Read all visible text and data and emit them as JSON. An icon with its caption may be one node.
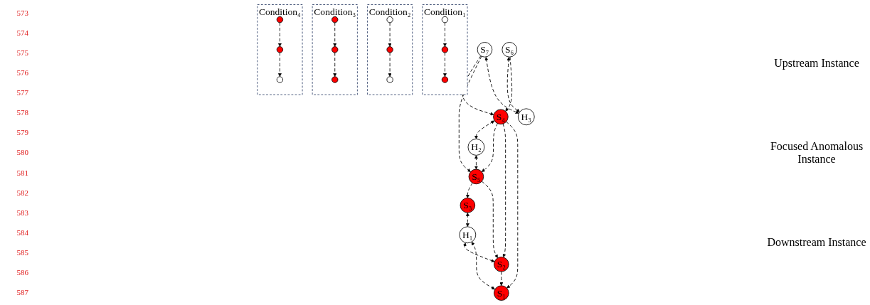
{
  "diagram": {
    "nodes": [
      {
        "text": [
          "S₇"
        ]
      },
      {
        "text": [
          "S₆"
        ]
      },
      {
        "text": [
          "H₃"
        ]
      },
      {
        "text": [
          "S₄"
        ]
      },
      {
        "text": [
          "H₂"
        ]
      },
      {
        "text": [
          "S₅"
        ]
      },
      {
        "text": [
          "S₃"
        ]
      },
      {
        "text": [
          "S₂"
        ]
      },
      {
        "text": [
          "S₁"
        ]
      },
      {
        "text": [
          "H₁"
        ]
      },
      {
        "text": [
          "Condition₁"
        ]
      },
      {
        "text": [],
        "shape": "circle",
        "in": 10
      },
      {
        "text": [],
        "shape": "circle",
        "in": 10
      },
      {
        "text": [],
        "shape": "circle",
        "in": 10
      },
      {
        "text": [
          "Condition₂"
        ]
      },
      {
        "text": [],
        "shape": "circle",
        "in": 14
      },
      {
        "text": [],
        "shape": "circle",
        "in": 14
      },
      {
        "text": [],
        "shape": "circle",
        "in": 14
      },
      {
        "text": [
          "Condition₃"
        ]
      },
      {
        "text": [],
        "shape": "circle",
        "in": 18
      },
      {
        "text": [],
        "shape": "circle",
        "in": 18
      },
      {
        "text": [],
        "shape": "circle",
        "in": 18
      },
      {
        "text": [
          "Condition₄"
        ]
      },
      {
        "text": [],
        "shape": "circle",
        "in": 22
      },
      {
        "text": [],
        "shape": "circle",
        "in": 22
      },
      {
        "text": [],
        "shape": "circle",
        "in": 22
      }
    ],
    "edges": [
      {
        "from": 0,
        "to": 3,
        "arrow": "to",
        "style": "dashed"
      },
      {
        "from": 0,
        "to": 5,
        "arrow": "to",
        "style": "dashed"
      },
      {
        "from": 0,
        "to": 2,
        "arrow": "both",
        "style": "dashed"
      },
      {
        "from": 1,
        "to": 2,
        "arrow": "both",
        "style": "dashed"
      },
      {
        "from": 1,
        "to": 3,
        "arrow": "to",
        "style": "dashed"
      },
      {
        "from": 3,
        "to": 4,
        "arrow": "both",
        "style": "dashed"
      },
      {
        "from": 4,
        "to": 5,
        "arrow": "both",
        "style": "dashed"
      },
      {
        "from": 3,
        "to": 5,
        "arrow": "to",
        "style": "dashed"
      },
      {
        "from": 3,
        "to": 7,
        "arrow": "to",
        "style": "dashed"
      },
      {
        "from": 3,
        "to": 8,
        "arrow": "to",
        "style": "dashed"
      },
      {
        "from": 5,
        "to": 6,
        "arrow": "to",
        "style": "dashed"
      },
      {
        "from": 5,
        "to": 7,
        "arrow": "to",
        "style": "dashed"
      },
      {
        "from": 6,
        "to": 9,
        "arrow": "both",
        "style": "dashed"
      },
      {
        "from": 9,
        "to": 7,
        "arrow": "both",
        "style": "dashed"
      },
      {
        "from": 7,
        "to": 8,
        "arrow": "to",
        "style": "dashed"
      },
      {
        "from": 8,
        "to": 9,
        "arrow": "both",
        "style": "dashed"
      },
      {
        "from": 11,
        "to": 12,
        "arrow": "to",
        "style": "dashed"
      },
      {
        "from": 12,
        "to": 13,
        "arrow": "to",
        "style": "dashed"
      },
      {
        "from": 15,
        "to": 16,
        "arrow": "to",
        "style": "dashed"
      },
      {
        "from": 16,
        "to": 17,
        "arrow": "to",
        "style": "dashed"
      },
      {
        "from": 19,
        "to": 20,
        "arrow": "to",
        "style": "dashed"
      },
      {
        "from": 20,
        "to": 21,
        "arrow": "to",
        "style": "dashed"
      },
      {
        "from": 23,
        "to": 24,
        "arrow": "to",
        "style": "dashed"
      },
      {
        "from": 24,
        "to": 25,
        "arrow": "to",
        "style": "dashed"
      }
    ],
    "labels": [
      "573",
      "574",
      "575",
      "576",
      "577",
      "578",
      "579",
      "580",
      "581",
      "582",
      "583",
      "584",
      "585",
      "586",
      "587",
      "Upstream Instance",
      "Focused Anomalous Instance",
      "Downstream Instance"
    ]
  }
}
